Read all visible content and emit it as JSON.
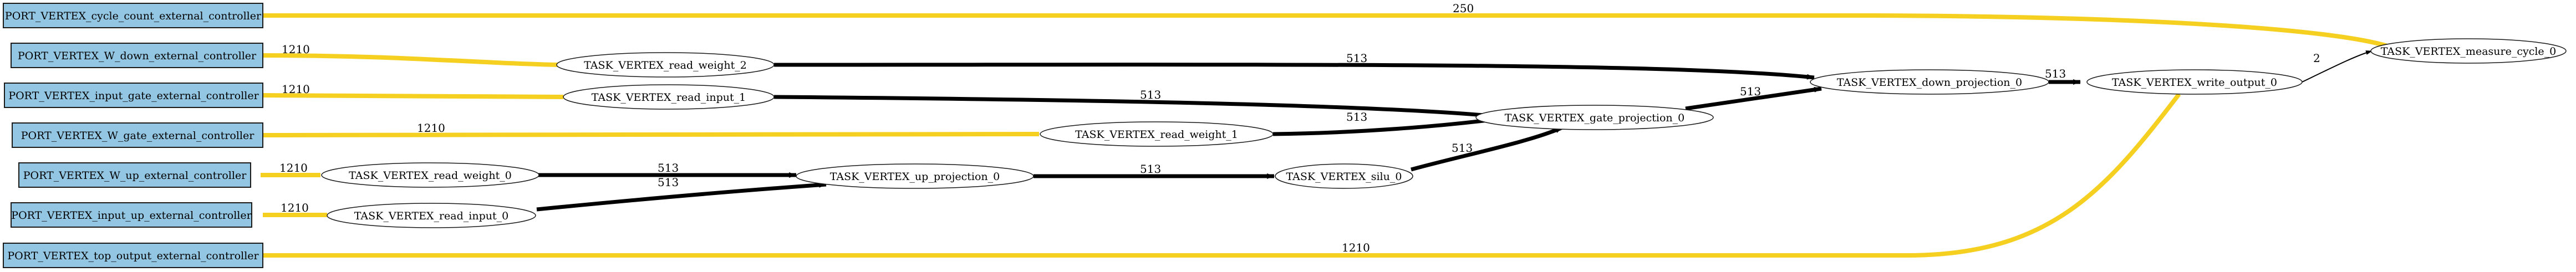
{
  "colors": {
    "port_fill": "#93c6e3",
    "port_stroke": "#1a1a1a",
    "task_fill": "#ffffff",
    "task_stroke": "#1a1a1a",
    "yellow_edge": "#f5d020",
    "black_edge": "#000000"
  },
  "ports": [
    {
      "id": "p_cycle",
      "label": "PORT_VERTEX_cycle_count_external_controller"
    },
    {
      "id": "p_wdown",
      "label": "PORT_VERTEX_W_down_external_controller"
    },
    {
      "id": "p_gate",
      "label": "PORT_VERTEX_input_gate_external_controller"
    },
    {
      "id": "p_wgate",
      "label": "PORT_VERTEX_W_gate_external_controller"
    },
    {
      "id": "p_wup",
      "label": "PORT_VERTEX_W_up_external_controller"
    },
    {
      "id": "p_up",
      "label": "PORT_VERTEX_input_up_external_controller"
    },
    {
      "id": "p_top",
      "label": "PORT_VERTEX_top_output_external_controller"
    }
  ],
  "tasks": [
    {
      "id": "t_rw2",
      "label": "TASK_VERTEX_read_weight_2"
    },
    {
      "id": "t_ri1",
      "label": "TASK_VERTEX_read_input_1"
    },
    {
      "id": "t_rw1",
      "label": "TASK_VERTEX_read_weight_1"
    },
    {
      "id": "t_rw0",
      "label": "TASK_VERTEX_read_weight_0"
    },
    {
      "id": "t_ri0",
      "label": "TASK_VERTEX_read_input_0"
    },
    {
      "id": "t_up",
      "label": "TASK_VERTEX_up_projection_0"
    },
    {
      "id": "t_silu",
      "label": "TASK_VERTEX_silu_0"
    },
    {
      "id": "t_gp",
      "label": "TASK_VERTEX_gate_projection_0"
    },
    {
      "id": "t_dp",
      "label": "TASK_VERTEX_down_projection_0"
    },
    {
      "id": "t_wo",
      "label": "TASK_VERTEX_write_output_0"
    },
    {
      "id": "t_mc",
      "label": "TASK_VERTEX_measure_cycle_0"
    }
  ],
  "edges": [
    {
      "id": "e_cycle_mc",
      "from": "PORT_VERTEX_cycle_count_external_controller",
      "to": "TASK_VERTEX_measure_cycle_0",
      "label": "250",
      "kind": "yellow"
    },
    {
      "id": "e_wdown_rw2",
      "from": "PORT_VERTEX_W_down_external_controller",
      "to": "TASK_VERTEX_read_weight_2",
      "label": "1210",
      "kind": "yellow"
    },
    {
      "id": "e_gate_ri1",
      "from": "PORT_VERTEX_input_gate_external_controller",
      "to": "TASK_VERTEX_read_input_1",
      "label": "1210",
      "kind": "yellow"
    },
    {
      "id": "e_wgate_rw1",
      "from": "PORT_VERTEX_W_gate_external_controller",
      "to": "TASK_VERTEX_read_weight_1",
      "label": "1210",
      "kind": "yellow"
    },
    {
      "id": "e_wup_rw0",
      "from": "PORT_VERTEX_W_up_external_controller",
      "to": "TASK_VERTEX_read_weight_0",
      "label": "1210",
      "kind": "yellow"
    },
    {
      "id": "e_up_ri0",
      "from": "PORT_VERTEX_input_up_external_controller",
      "to": "TASK_VERTEX_read_input_0",
      "label": "1210",
      "kind": "yellow"
    },
    {
      "id": "e_top_wo",
      "from": "PORT_VERTEX_top_output_external_controller",
      "to": "TASK_VERTEX_write_output_0",
      "label": "1210",
      "kind": "yellow"
    },
    {
      "id": "e_rw2_dp",
      "from": "TASK_VERTEX_read_weight_2",
      "to": "TASK_VERTEX_down_projection_0",
      "label": "513",
      "kind": "black"
    },
    {
      "id": "e_ri1_gp",
      "from": "TASK_VERTEX_read_input_1",
      "to": "TASK_VERTEX_gate_projection_0",
      "label": "513",
      "kind": "black"
    },
    {
      "id": "e_rw1_gp",
      "from": "TASK_VERTEX_read_weight_1",
      "to": "TASK_VERTEX_gate_projection_0",
      "label": "513",
      "kind": "black"
    },
    {
      "id": "e_rw0_up",
      "from": "TASK_VERTEX_read_weight_0",
      "to": "TASK_VERTEX_up_projection_0",
      "label": "513",
      "kind": "black"
    },
    {
      "id": "e_ri0_up",
      "from": "TASK_VERTEX_read_input_0",
      "to": "TASK_VERTEX_up_projection_0",
      "label": "513",
      "kind": "black"
    },
    {
      "id": "e_up_silu",
      "from": "TASK_VERTEX_up_projection_0",
      "to": "TASK_VERTEX_silu_0",
      "label": "513",
      "kind": "black"
    },
    {
      "id": "e_silu_gp",
      "from": "TASK_VERTEX_silu_0",
      "to": "TASK_VERTEX_gate_projection_0",
      "label": "513",
      "kind": "black"
    },
    {
      "id": "e_gp_dp",
      "from": "TASK_VERTEX_gate_projection_0",
      "to": "TASK_VERTEX_down_projection_0",
      "label": "513",
      "kind": "black"
    },
    {
      "id": "e_dp_wo",
      "from": "TASK_VERTEX_down_projection_0",
      "to": "TASK_VERTEX_write_output_0",
      "label": "513",
      "kind": "black"
    },
    {
      "id": "e_wo_mc",
      "from": "TASK_VERTEX_write_output_0",
      "to": "TASK_VERTEX_measure_cycle_0",
      "label": "2",
      "kind": "black"
    }
  ]
}
